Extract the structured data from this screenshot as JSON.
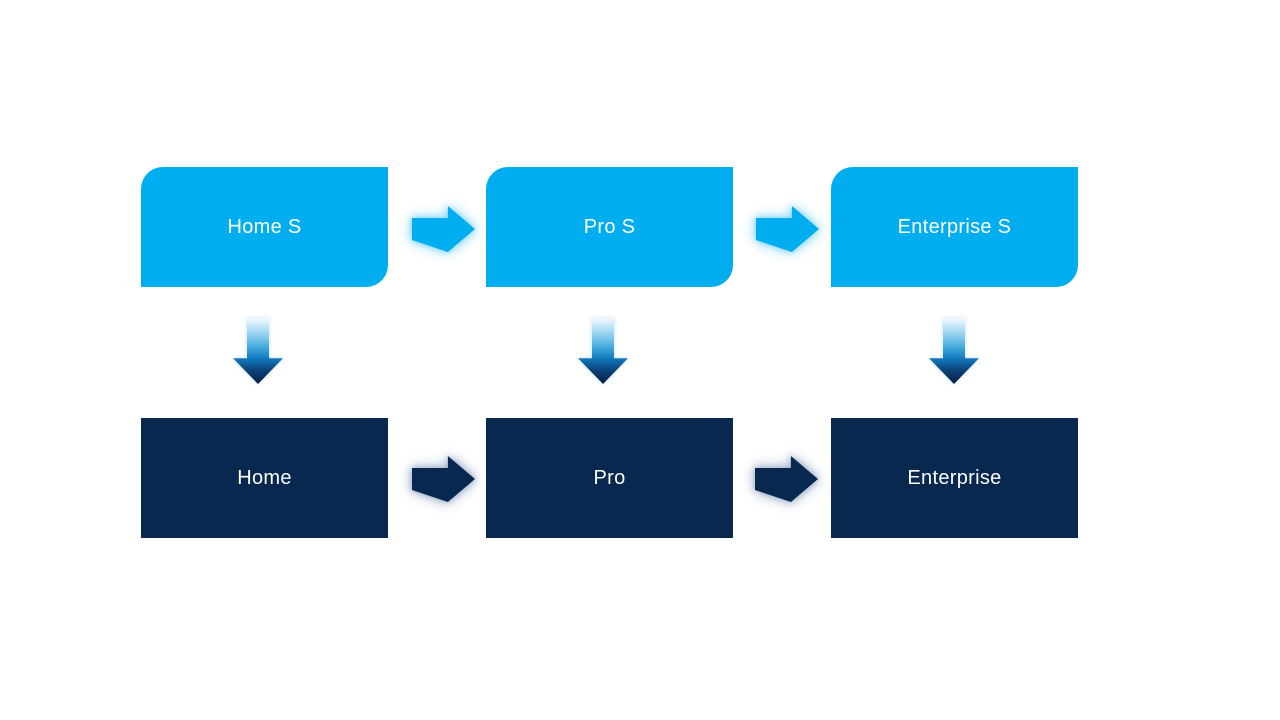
{
  "diagram": {
    "description": "Edition upgrade flow diagram: S-mode editions on top mapping down to full editions, each row progressing left to right",
    "columns": [
      {
        "top_label": "Home S",
        "bottom_label": "Home"
      },
      {
        "top_label": "Pro S",
        "bottom_label": "Pro"
      },
      {
        "top_label": "Enterprise S",
        "bottom_label": "Enterprise"
      }
    ],
    "top_row_shape": "round-diagonal-corner-rectangle",
    "bottom_row_shape": "rectangle",
    "connectors": {
      "horizontal_top": "cyan right block arrow with cyan glow",
      "horizontal_bottom": "navy right block arrow with soft gray-blue glow",
      "vertical": "down block arrow with white-to-navy gradient"
    }
  },
  "colors": {
    "canvas_bg": "#FFFFFF",
    "accent_cyan": "#00AEEF",
    "accent_navy": "#092850",
    "text_on_shape": "#FFFFFF",
    "glow_cyan": "#8ED9F8",
    "glow_navy": "#A3B4CE",
    "glow_soft": "#C5DDEF",
    "vgrad_1": "#F2FAFE",
    "vgrad_2": "#9FD6F1",
    "vgrad_3": "#3FA8DC",
    "vgrad_4": "#1177BC",
    "vgrad_5": "#0A4176",
    "vgrad_6": "#071F44"
  }
}
